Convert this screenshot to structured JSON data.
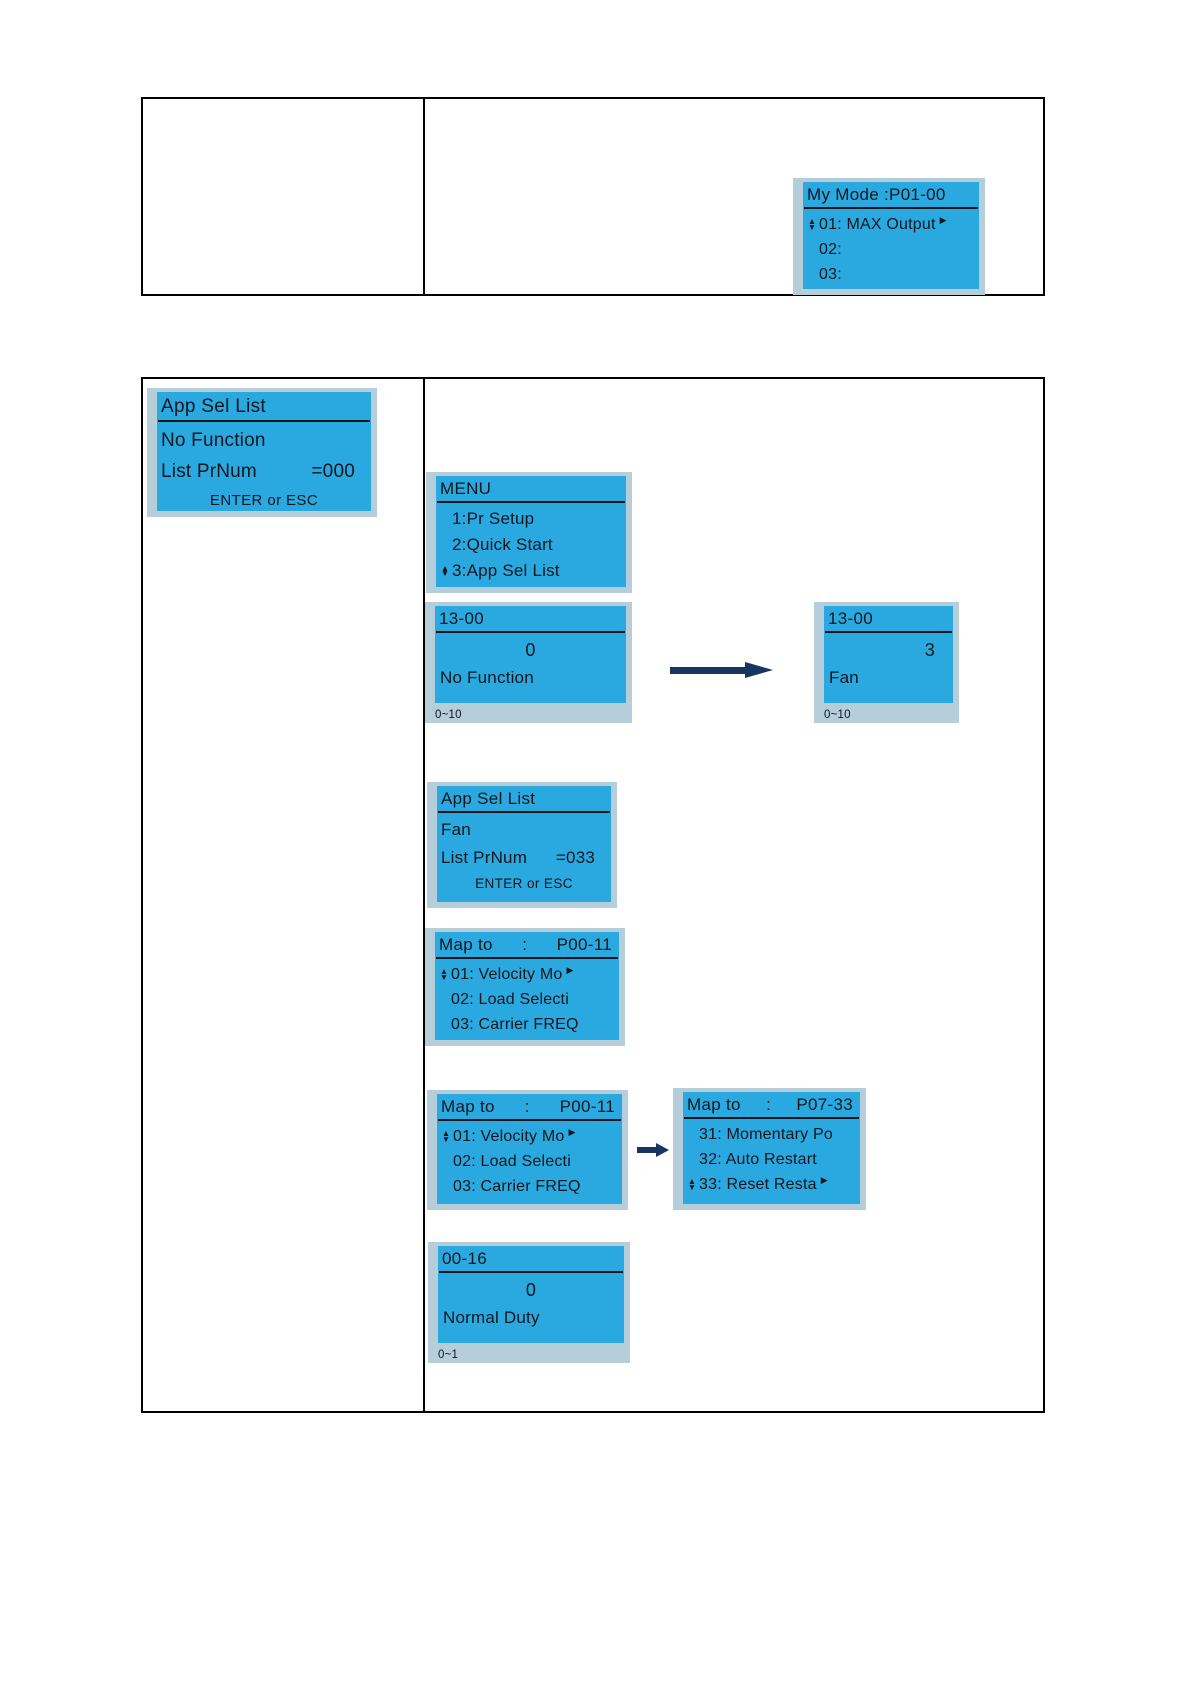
{
  "colors": {
    "lcd": "#29a9e0",
    "frame": "#b6cdda",
    "arrow": "#17355e",
    "ink": "#14161c",
    "table_border": "#000000"
  },
  "icons": {
    "up": "▲",
    "down": "▼",
    "right": "▶"
  },
  "screens": {
    "my_mode": {
      "title": "My Mode :P01-00",
      "items": [
        "01: MAX Output",
        "02:",
        "03:"
      ]
    },
    "app_list_initial": {
      "title": "App Sel List",
      "function": "No Function",
      "prnum_label": "List PrNum",
      "prnum_value": "=000",
      "footer": "ENTER or ESC"
    },
    "menu": {
      "title": "MENU",
      "items": [
        "1:Pr Setup",
        "2:Quick Start",
        "3:App Sel List"
      ]
    },
    "param_13_00_before": {
      "code": "13-00",
      "value": "0",
      "name": "No Function",
      "range": "0~10"
    },
    "param_13_00_after": {
      "code": "13-00",
      "value": "3",
      "name": "Fan",
      "range": "0~10"
    },
    "app_list_fan": {
      "title": "App Sel List",
      "function": "Fan",
      "prnum_label": "List PrNum",
      "prnum_value": "=033",
      "footer": "ENTER or ESC"
    },
    "map_p00_11": {
      "label": "Map to",
      "colon": ":",
      "code": "P00-11",
      "items": [
        "01: Velocity Mo",
        "02: Load Selecti",
        "03: Carrier FREQ"
      ]
    },
    "map_p07_33": {
      "label": "Map to",
      "colon": ":",
      "code": "P07-33",
      "items": [
        "31: Momentary Po",
        "32: Auto Restart",
        "33: Reset Resta"
      ]
    },
    "param_00_16": {
      "code": "00-16",
      "value": "0",
      "name": "Normal Duty",
      "range": "0~1"
    }
  }
}
